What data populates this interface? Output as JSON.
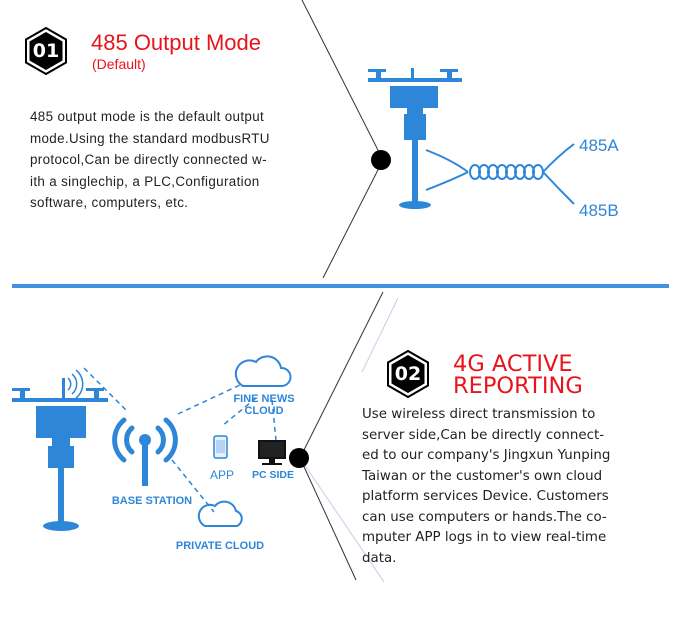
{
  "colors": {
    "accent_red": "#e8141c",
    "accent_blue": "#2e86d8",
    "divider": "#3f92e0"
  },
  "section1": {
    "number": "01",
    "title": "485 Output Mode",
    "subtitle": "(Default)",
    "description_lines": [
      "485 output mode is the default output",
      "mode.Using the standard modbusRTU",
      "protocol,Can be directly connected w-",
      "ith a singlechip, a PLC,Configuration",
      "software, computers, etc."
    ],
    "wire_labels": {
      "a": "485A",
      "b": "485B"
    }
  },
  "section2": {
    "number": "02",
    "title_line1": "4G ACTIVE",
    "title_line2": "REPORTING",
    "description_lines": [
      "Use wireless direct transmission to",
      "server side,Can be directly connect-",
      "ed to our company's Jingxun Yunping",
      "Taiwan or the customer's own cloud",
      "platform services Device. Customers",
      "can use computers or hands.The co-",
      "mputer APP logs in to view real-time",
      " data."
    ],
    "network": {
      "cloud_top_line1": "FINE NEWS",
      "cloud_top_line2": "CLOUD",
      "app": "APP",
      "pc": "PC SIDE",
      "base_station": "BASE STATION",
      "private_cloud": "PRIVATE CLOUD"
    }
  }
}
